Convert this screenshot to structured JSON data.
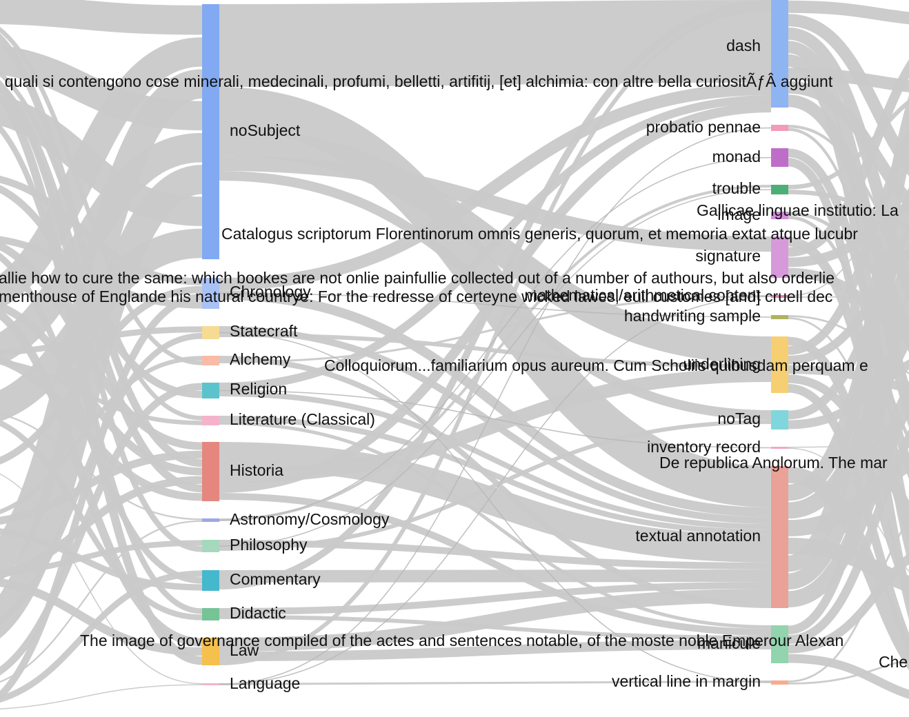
{
  "diagram": {
    "type": "sankey",
    "link_color": "#c9c9c9",
    "subject_nodes": [
      {
        "name": "noSubject",
        "color": "#82aaf2"
      },
      {
        "name": "Chronology",
        "color": "#a9c2f5"
      },
      {
        "name": "Statecraft",
        "color": "#f6dc93"
      },
      {
        "name": "Alchemy",
        "color": "#f9baa6"
      },
      {
        "name": "Religion",
        "color": "#5cc3cd"
      },
      {
        "name": "Literature (Classical)",
        "color": "#f5b3cb"
      },
      {
        "name": "Historia",
        "color": "#e5877f"
      },
      {
        "name": "Astronomy/Cosmology",
        "color": "#9aa9e6"
      },
      {
        "name": "Philosophy",
        "color": "#a6d8be"
      },
      {
        "name": "Commentary",
        "color": "#45b8cd"
      },
      {
        "name": "Didactic",
        "color": "#76c496"
      },
      {
        "name": "Law",
        "color": "#f6c04c"
      },
      {
        "name": "Language",
        "color": "#f5b3cb"
      }
    ],
    "tag_nodes": [
      {
        "name": "dash",
        "color": "#8fb4f2"
      },
      {
        "name": "probatio pennae",
        "color": "#f39bbb"
      },
      {
        "name": "monad",
        "color": "#be6ec8"
      },
      {
        "name": "trouble",
        "color": "#4eae78"
      },
      {
        "name": "image",
        "color": "#d38fd9"
      },
      {
        "name": "signature",
        "color": "#d69adb"
      },
      {
        "name": "mathematical/arithmetical content",
        "color": "#e27fb0"
      },
      {
        "name": "handwriting sample",
        "color": "#b0b35e"
      },
      {
        "name": "underlining",
        "color": "#f6cf72"
      },
      {
        "name": "noTag",
        "color": "#80d6dd"
      },
      {
        "name": "inventory record",
        "color": "#f3a6c6"
      },
      {
        "name": "textual annotation",
        "color": "#eaa197"
      },
      {
        "name": "manicule",
        "color": "#92d4ad"
      },
      {
        "name": "vertical line in margin",
        "color": "#f8ab8e"
      }
    ],
    "book_labels": [
      "' quali si contengono cose minerali, medecinali, profumi, belletti, artifitij, [et] alchimia: con altre bella curiositÃƒÂ  aggiunt",
      "Catalogus scriptorum Florentinorum omnis generis, quorum, et memoria extat atque lucubr",
      "Gallicae linguae institutio: La",
      "allie how to cure the same: which bookes are not onlie painfullie collected out of a number of authours, but also orderlie",
      "menthouse of Englande his natural countrye: For the redresse of certeyne wicked lawes, euil customes [and] cruell dec",
      "Colloquiorum...familiarium opus aureum. Cum Scholiis quibusdam perquam e",
      "De republica Anglorum. The mar",
      "The image of governance compiled of the actes and sentences notable, of the moste noble Emperour Alexan",
      "Che"
    ]
  }
}
